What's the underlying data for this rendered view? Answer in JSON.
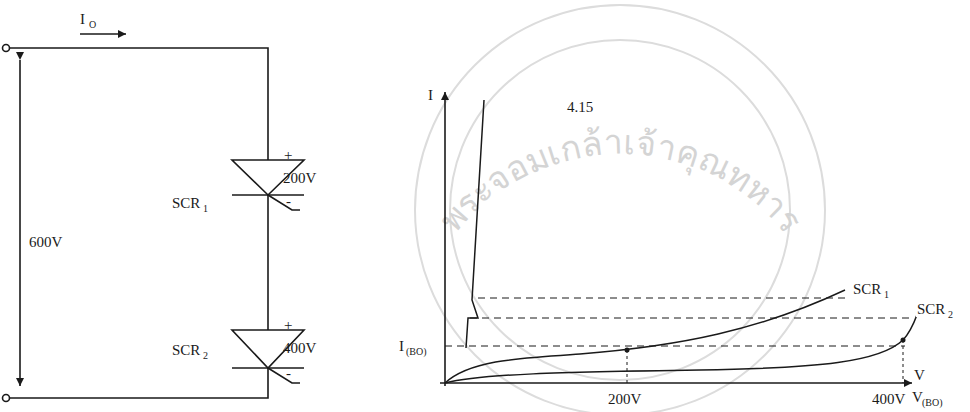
{
  "diagram": {
    "labels": [
      "I",
      "O",
      "600V",
      "SCR",
      "1",
      "+",
      "200V",
      "-",
      "SCR",
      "2",
      "+",
      "400V",
      "-",
      "4.15",
      "SCR",
      "1",
      "SCR",
      "2",
      "I",
      "(BO)",
      "200V",
      "400V",
      "V",
      "(BO)",
      "I",
      "V",
      "พระจอมเกล้าเจ้าคุณทหาร"
    ]
  }
}
